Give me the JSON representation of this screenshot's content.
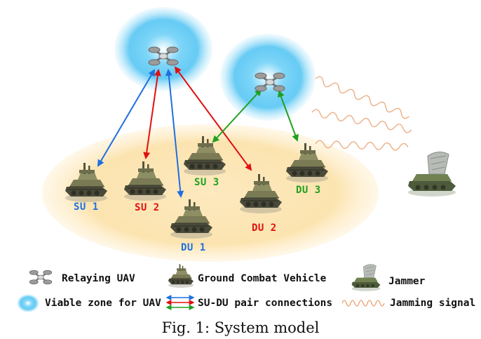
{
  "nodes": {
    "su1": "SU 1",
    "su2": "SU 2",
    "su3": "SU 3",
    "du1": "DU 1",
    "du2": "DU 2",
    "du3": "DU 3"
  },
  "legend": {
    "relaying_uav": "Relaying UAV",
    "ground_vehicle": "Ground Combat Vehicle",
    "jammer": "Jammer",
    "viable_zone": "Viable zone for UAV",
    "pair_connections": "SU-DU pair connections",
    "jamming_signal": "Jamming signal"
  },
  "caption": "Fig. 1: System model",
  "colors": {
    "pair1": "#1f6fe0",
    "pair2": "#e01010",
    "pair3": "#20a020",
    "ground_zone": "#fbe6b8",
    "uav_zone": "#4fc3f7",
    "jamming": "#e8a070"
  },
  "icons": [
    "uav-icon",
    "tank-icon",
    "jammer-icon"
  ]
}
